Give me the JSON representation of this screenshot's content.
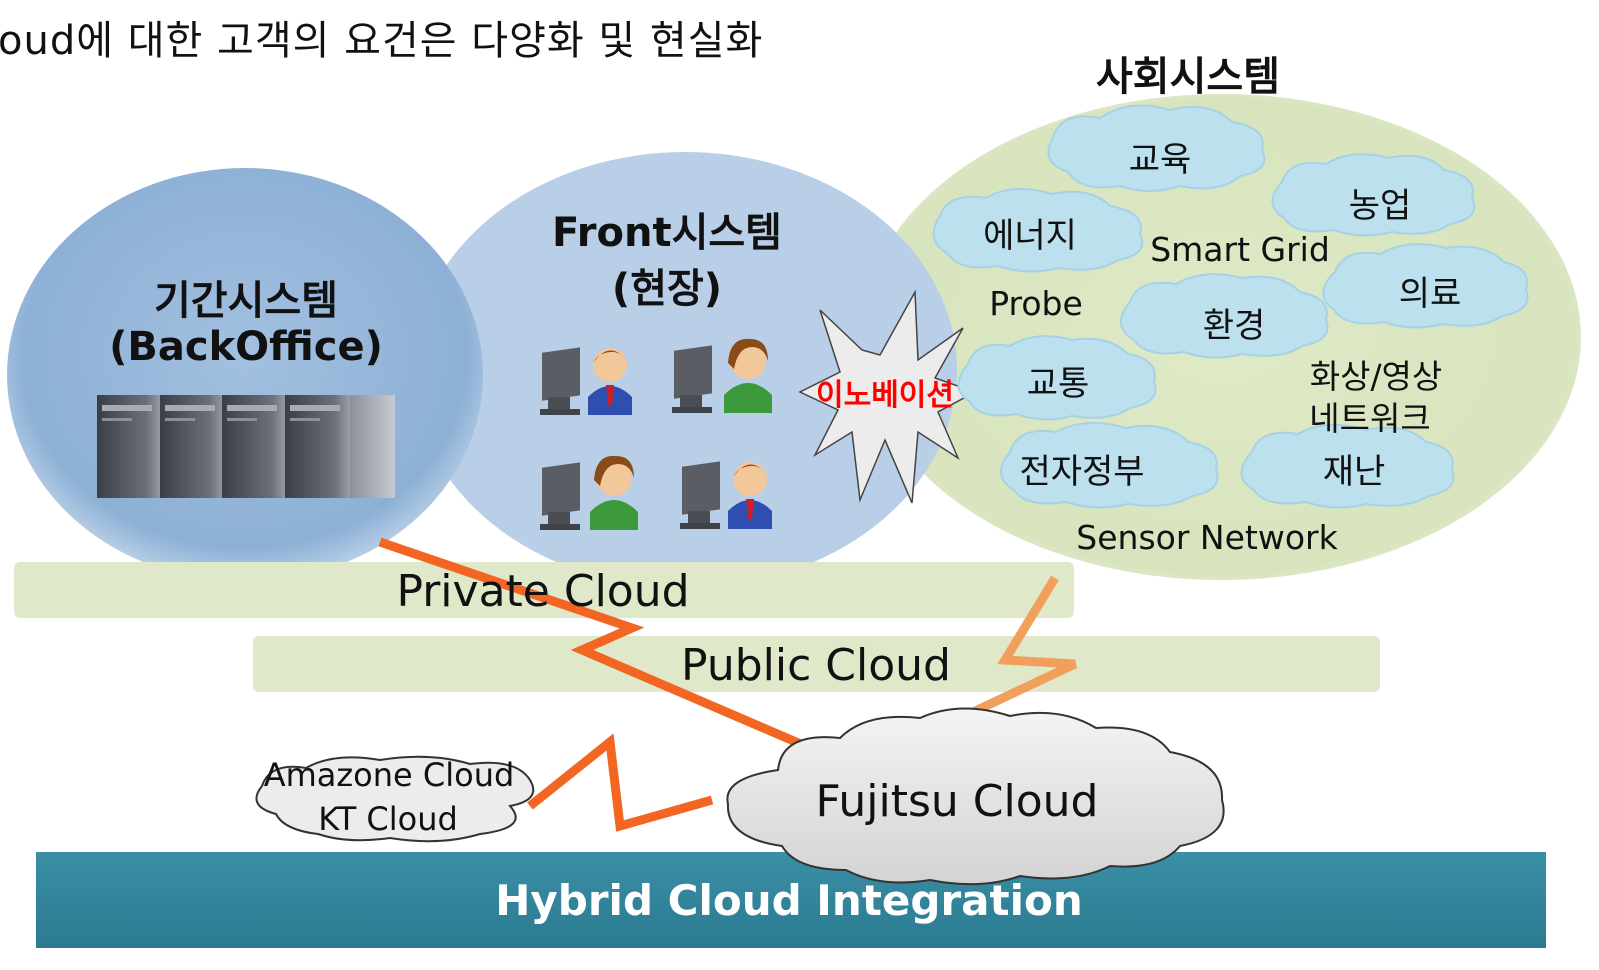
{
  "header": {
    "title": "oud에 대한 고객의 요건은 다양화 및 현실화"
  },
  "backoffice": {
    "title": "기간시스템",
    "subtitle": "(BackOffice)"
  },
  "front": {
    "title": "Front시스템",
    "subtitle": "(현장)"
  },
  "innovation": {
    "label": "이노베이션"
  },
  "social": {
    "title": "사회시스템",
    "clouds": [
      "교육",
      "농업",
      "에너지",
      "의료",
      "환경",
      "교통",
      "전자정부",
      "재난"
    ],
    "labels": [
      "Smart Grid",
      "Probe",
      "화상/영상",
      "네트워크",
      "Sensor Network"
    ]
  },
  "layers": {
    "private": "Private Cloud",
    "public": "Public Cloud"
  },
  "external": {
    "line1": "Amazone Cloud",
    "line2": "KT Cloud"
  },
  "fujitsu": {
    "label": "Fujitsu Cloud"
  },
  "footer": {
    "label": "Hybrid Cloud Integration"
  },
  "colors": {
    "backoffice_fill": "#8fb1d6",
    "front_fill": "#b6cde6",
    "social_fill": "#d7e4bd",
    "cloud_fill": "#bde0ee",
    "layer_fill": "#dfe9ca",
    "footer_fill": "#31849b",
    "connector": "#f26522",
    "innovation_text": "#ff0000"
  }
}
